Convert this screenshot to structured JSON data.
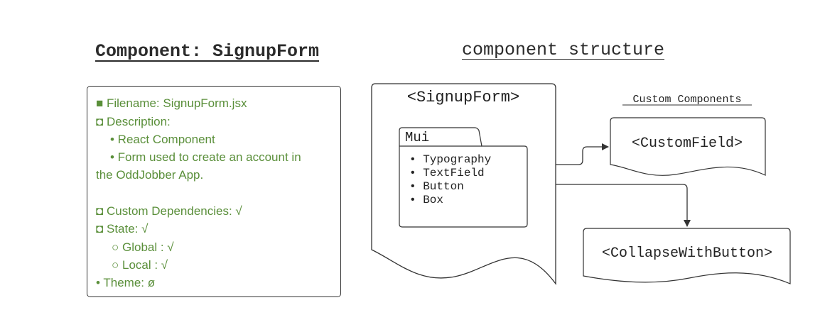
{
  "left_title": "Component: SignupForm",
  "right_title": "component structure",
  "info": {
    "filename": "■ Filename: SignupForm.jsx",
    "description": "◘ Description:",
    "desc_item_1": "• React Component",
    "desc_item_2a": "• Form used to create an account in",
    "desc_item_2b": "the OddJobber App.",
    "custom_deps": "◘ Custom Dependencies: √",
    "state": "◘ State: √",
    "state_global": "○ Global : √",
    "state_local": "○ Local  : √",
    "theme": "• Theme: ø"
  },
  "diagram": {
    "main_doc": "<SignupForm>",
    "folder_label": "Mui",
    "mui_items": [
      "• Typography",
      "• TextField",
      "• Button",
      "• Box"
    ],
    "custom_heading": "Custom Components",
    "custom_field": "<CustomField>",
    "collapse": "<CollapseWithButton>"
  },
  "colors": {
    "info_text": "#5a8f3a",
    "stroke": "#333333"
  }
}
